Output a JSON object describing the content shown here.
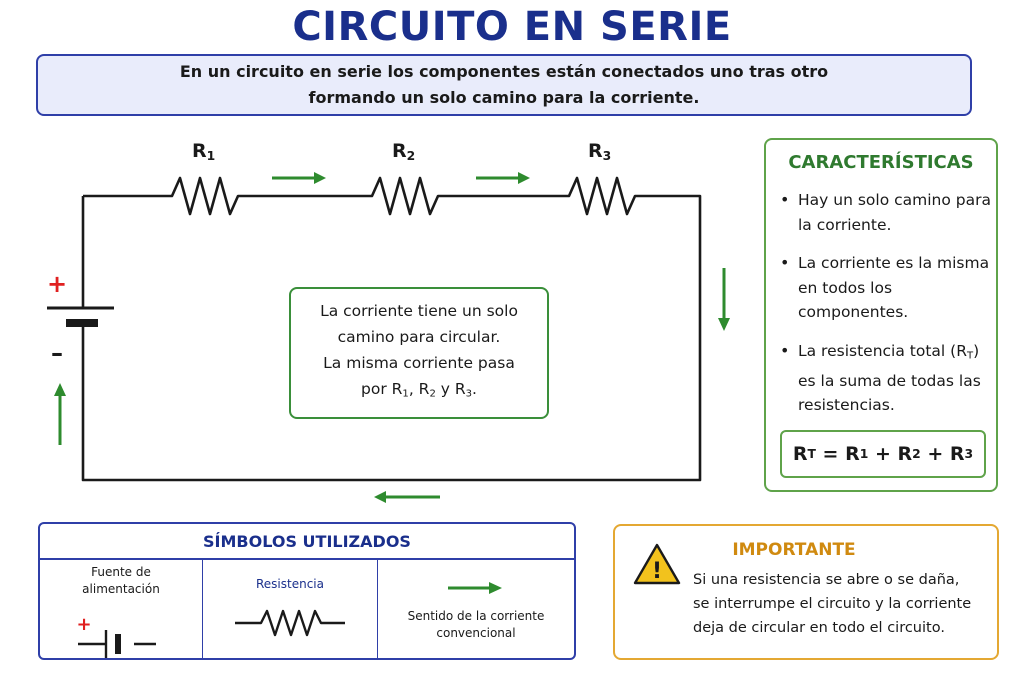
{
  "title": "CIRCUITO EN SERIE",
  "intro": {
    "line1": "En un circuito en serie los componentes están conectados uno tras otro",
    "line2": "formando un solo camino para la corriente."
  },
  "circuit": {
    "resistors": [
      {
        "letter": "R",
        "sub": "1"
      },
      {
        "letter": "R",
        "sub": "2"
      },
      {
        "letter": "R",
        "sub": "3"
      }
    ],
    "battery_plus": "+",
    "battery_minus": "–",
    "center_text": {
      "line1": "La corriente tiene un solo",
      "line2": "camino para circular.",
      "line3": "La misma corriente pasa",
      "line4_a": "por R",
      "sub1": "1",
      "line4_b": ", R",
      "sub2": "2",
      "line4_c": " y R",
      "sub3": "3",
      "line4_d": "."
    },
    "wire_color": "#1a1a1a",
    "arrow_color": "#2e8b2e",
    "plus_color": "#e02020"
  },
  "characteristics": {
    "title": "CARACTERÍSTICAS",
    "item1": "Hay un solo camino para la corriente.",
    "item2": "La corriente es la misma en todos los componentes.",
    "item3_a": "La resistencia total (R",
    "item3_sub": "T",
    "item3_b": ") es la suma de todas las resistencias.",
    "formula": {
      "rt": "R",
      "rt_sub": "T",
      "eq": " = ",
      "r1": "R",
      "r1_sub": "1",
      "plus1": " + ",
      "r2": "R",
      "r2_sub": "2",
      "plus2": " + ",
      "r3": "R",
      "r3_sub": "3"
    }
  },
  "symbols": {
    "title": "SÍMBOLOS UTILIZADOS",
    "power_line1": "Fuente de",
    "power_line2": "alimentación",
    "resistance": "Resistencia",
    "direction_line1": "Sentido de la corriente",
    "direction_line2": "convencional",
    "plus": "+"
  },
  "important": {
    "title": "IMPORTANTE",
    "line1": "Si una resistencia se abre o se daña,",
    "line2": "se interrumpe el circuito y la corriente",
    "line3": "deja de circular en todo el circuito.",
    "icon": "warning-icon",
    "icon_mark": "!"
  }
}
